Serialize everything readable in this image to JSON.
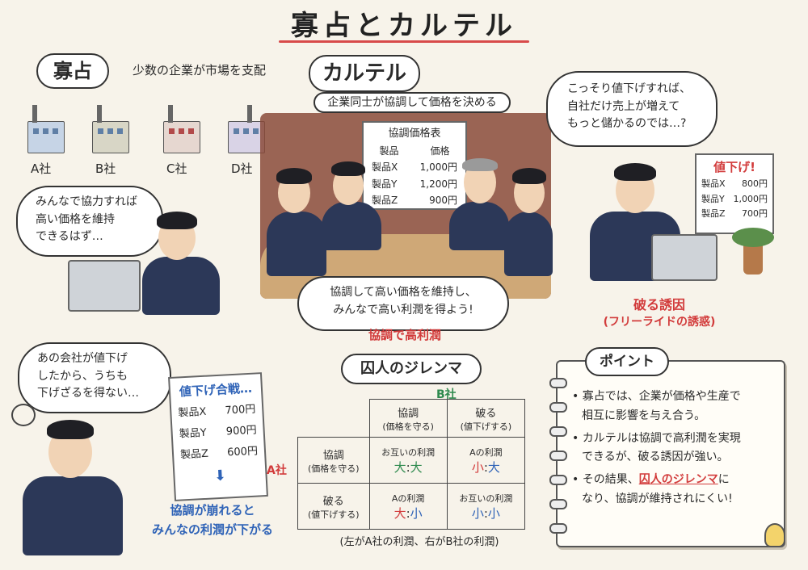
{
  "title": "寡占とカルテル",
  "oligopoly": {
    "tag": "寡占",
    "desc": "少数の企業が市場を支配",
    "companies": [
      "A社",
      "B社",
      "C社",
      "D社"
    ],
    "thought": [
      "みんなで協力すれば",
      "高い価格を維持",
      "できるはず…"
    ]
  },
  "cartel": {
    "tag": "カルテル",
    "desc": "企業同士が協調して価格を決める",
    "board": {
      "title": "協調価格表",
      "headers": [
        "製品",
        "価格"
      ],
      "rows": [
        [
          "製品X",
          "1,000円"
        ],
        [
          "製品Y",
          "1,200円"
        ],
        [
          "製品Z",
          "900円"
        ]
      ]
    },
    "speech": [
      "協調して高い価格を維持し、",
      "みんなで高い利潤を得よう!"
    ],
    "caption": "協調で高利潤"
  },
  "temptation": {
    "thought": [
      "こっそり値下げすれば、",
      "自社だけ売上が増えて",
      "もっと儲かるのでは…?"
    ],
    "sign": {
      "title": "値下げ!",
      "rows": [
        [
          "製品X",
          "800円"
        ],
        [
          "製品Y",
          "1,000円"
        ],
        [
          "製品Z",
          "700円"
        ]
      ]
    },
    "caption1": "破る誘因",
    "caption2": "(フリーライドの誘惑)"
  },
  "price_war": {
    "thought": [
      "あの会社が値下げ",
      "したから、うちも",
      "下げざるを得ない…"
    ],
    "sign": {
      "title": "値下げ合戦…",
      "rows": [
        [
          "製品X",
          "700円"
        ],
        [
          "製品Y",
          "900円"
        ],
        [
          "製品Z",
          "600円"
        ]
      ]
    },
    "caption": [
      "協調が崩れると",
      "みんなの利潤が下がる"
    ]
  },
  "dilemma": {
    "tag": "囚人のジレンマ",
    "b_label": "B社",
    "a_label": "A社",
    "col_headers": [
      [
        "協調",
        "(価格を守る)"
      ],
      [
        "破る",
        "(値下げする)"
      ]
    ],
    "row_headers": [
      [
        "協調",
        "(価格を守る)"
      ],
      [
        "破る",
        "(値下げする)"
      ]
    ],
    "cells": [
      [
        {
          "label": "お互いの利潤",
          "left": "大",
          "sep": ":",
          "right": "大"
        },
        {
          "label": "Aの利潤",
          "left": "小",
          "sep": ":",
          "right": "大"
        }
      ],
      [
        {
          "label": "Aの利潤",
          "left": "大",
          "sep": ":",
          "right": "小"
        },
        {
          "label": "お互いの利潤",
          "left": "小",
          "sep": ":",
          "right": "小"
        }
      ]
    ],
    "footnote": "(左がA社の利潤、右がB社の利潤)"
  },
  "points": {
    "tag": "ポイント",
    "items": [
      [
        "寡占では、企業が価格や生産で",
        "相互に影響を与え合う。"
      ],
      [
        "カルテルは協調で高利潤を実現",
        "できるが、破る誘因が強い。"
      ],
      [
        "その結果、",
        "囚人のジレンマ",
        "に",
        "なり、協調が維持されにくい!"
      ]
    ]
  },
  "colors": {
    "accent_red": "#d23b3b",
    "accent_blue": "#2f63b7",
    "accent_green": "#2e8a4e"
  }
}
